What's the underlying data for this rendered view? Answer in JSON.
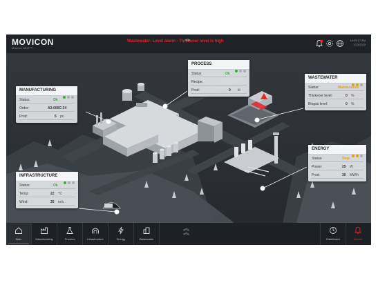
{
  "app": {
    "logo": "MOVICON",
    "logo_sub": "Movicon NExT™",
    "alarm_message": "Wastewater: Level alarm - Thickener level is high",
    "clock_time": "16:35:17 AM",
    "clock_date": "1/13/2020"
  },
  "colors": {
    "accent": "#3b7fd9",
    "ok": "#3aa83a",
    "warning": "#e3a500",
    "alarm": "#e5262c",
    "background": "#2b2f33"
  },
  "icons": {
    "alarm": "alarm-bell-icon",
    "settings": "gear-icon",
    "language": "globe-icon"
  },
  "panels": {
    "manufacturing": {
      "title": "MANUFACTURING",
      "status_label": "Status:",
      "status_value": "Ok",
      "order_label": "Order:",
      "order_value": "A3-000C-34",
      "prod_label": "Prod:",
      "prod_value": "5",
      "prod_unit": "pc."
    },
    "process": {
      "title": "PROCESS",
      "status_label": "Status",
      "status_value": "Ok",
      "recipe_label": "Recipe:",
      "recipe_value": "",
      "prod_label": "Prod:",
      "prod_value": "0",
      "prod_unit": "kl"
    },
    "wastewater": {
      "title": "WASTEWATER",
      "status_label": "Status:",
      "status_value": "Maintenance",
      "thickener_label": "Thickener level:",
      "thickener_value": "0",
      "thickener_unit": "%",
      "biogas_label": "Biogas level:",
      "biogas_value": "0",
      "biogas_unit": "%"
    },
    "energy": {
      "title": "ENERGY",
      "status_label": "Status:",
      "status_value": "Stop",
      "power_label": "Power:",
      "power_value": "25",
      "power_unit": "W",
      "prod_label": "Prod:",
      "prod_value": "30",
      "prod_unit": "MW/h"
    },
    "infrastructure": {
      "title": "INFRASTRUCTURE",
      "status_label": "Status:",
      "status_value": "Ok",
      "temp_label": "Temp:",
      "temp_value": "22",
      "temp_unit": "°C",
      "wind_label": "Wind:",
      "wind_value": "35",
      "wind_unit": "m/s"
    }
  },
  "nav": {
    "main": "Main",
    "manufacturing": "Manufacturing",
    "process": "Process",
    "infrastructure": "Infrastructure",
    "energy": "Energy",
    "wastewater": "Wastewater",
    "dashboard": "Dashboard",
    "alarms": "Alarms"
  }
}
